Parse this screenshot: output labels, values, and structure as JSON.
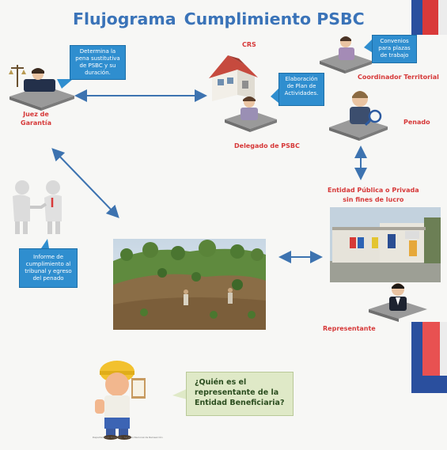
{
  "title": {
    "part1": "Flujograma",
    "part2": "Cumplimiento PSBC"
  },
  "nodes": {
    "juez": "Juez de\nGarantía",
    "crs": "CRS",
    "coordinador": "Coordinador Territorial",
    "penado": "Penado",
    "delegado": "Delegado de PSBC",
    "entidad": "Entidad Pública o Privada\nsin fines de lucro",
    "representante": "Representante"
  },
  "bubbles": {
    "juez": "Determina la pena sustitutiva de PSBC y su duración.",
    "delegado": "Elaboración de Plan de Actividades.",
    "coordinador": "Convenios para plazas de trabajo",
    "informe": "Informe de cumplimiento al tribunal y egreso del penado"
  },
  "question": "¿Quién es el representante de la Entidad Beneficiaria?",
  "footnote": "Departamento Dirección · Servicio Nacional de Reinserción",
  "colors": {
    "title": "#3a73b8",
    "label": "#d63838",
    "bubble": "#2f8ecf",
    "arrow": "#3d73b0",
    "flag_blue": "#2a4f9e",
    "flag_red": "#d93a3a"
  }
}
